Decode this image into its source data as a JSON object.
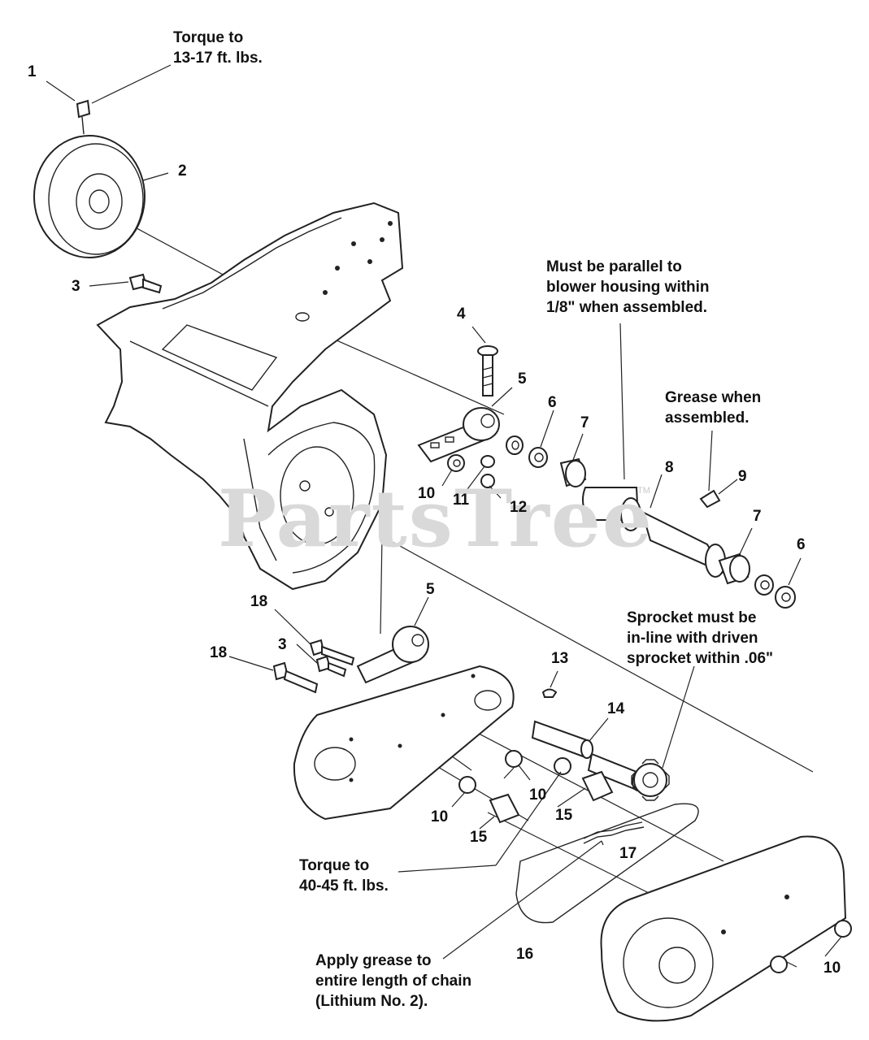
{
  "watermark": {
    "text": "PartsTree",
    "trademark": "TM"
  },
  "notes": {
    "torque_13_17": [
      "Torque to",
      "13-17 ft. lbs."
    ],
    "parallel": [
      "Must be parallel to",
      "blower housing within",
      "1/8\" when assembled."
    ],
    "grease_assembled": [
      "Grease when",
      "assembled."
    ],
    "sprocket_inline": [
      "Sprocket must be",
      "in-line with driven",
      "sprocket within .06\""
    ],
    "torque_40_45": [
      "Torque to",
      "40-45 ft. lbs."
    ],
    "grease_chain": [
      "Apply grease to",
      "entire length of chain",
      "(Lithium No. 2)."
    ]
  },
  "callouts": [
    "1",
    "2",
    "3",
    "4",
    "5",
    "6",
    "7",
    "10",
    "11",
    "12",
    "8",
    "9",
    "7",
    "6",
    "18",
    "5",
    "3",
    "18",
    "13",
    "14",
    "10",
    "10",
    "15",
    "15",
    "17",
    "16",
    "10"
  ]
}
